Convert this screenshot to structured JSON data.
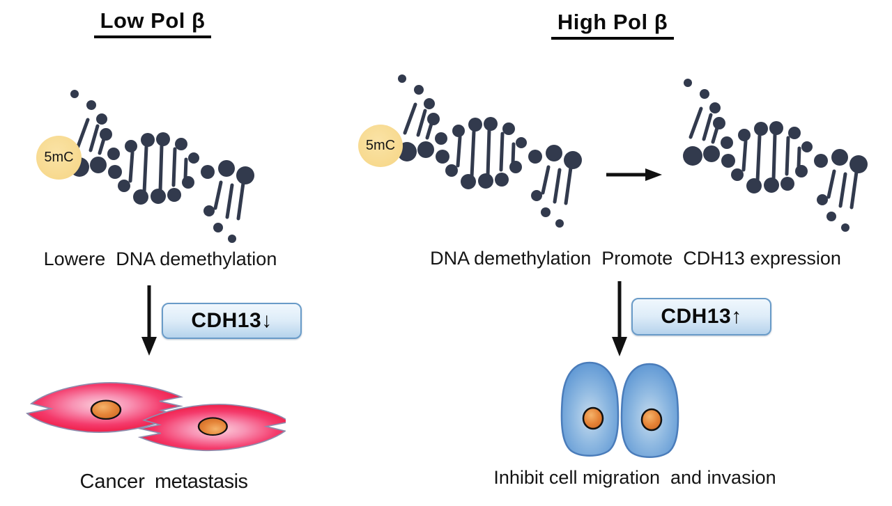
{
  "figure": {
    "left": {
      "title": "Low Pol β",
      "methyl_label": "5mC",
      "caption": "Lowere  DNA demethylation",
      "gene_box_label": "CDH13↓",
      "result_word_1": "Cancer",
      "result_word_2": "metastasis"
    },
    "right": {
      "title": "High Pol β",
      "methyl_label": "5mC",
      "caption": "DNA demethylation  Promote  CDH13 expression",
      "gene_box_label": "CDH13↑",
      "result_caption": "Inhibit cell migration  and invasion"
    },
    "colors": {
      "dna_dots": "#323a4d",
      "methyl_badge": "#f7d98e",
      "gene_box_border": "#699bc8",
      "gene_box_fill": "#cfe4f4",
      "cancer_cell_red": "#ee1c3c",
      "epithelial_cell_blue": "#5d97d4",
      "nucleus_orange": "#e0813a",
      "arrow_black": "#111111"
    }
  }
}
